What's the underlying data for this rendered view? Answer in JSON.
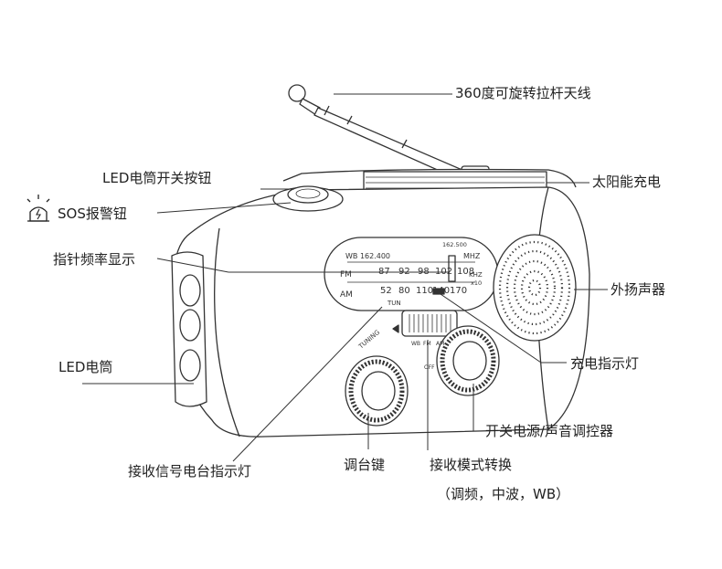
{
  "labels": {
    "antenna": "360度可旋转拉杆天线",
    "led_switch": "LED电筒开关按钮",
    "solar": "太阳能充电",
    "sos": "SOS报警钮",
    "pointer": "指针频率显示",
    "speaker": "外扬声器",
    "led_flashlight": "LED电筒",
    "charge_indicator": "充电指示灯",
    "power_volume": "开关电源/声音调控器",
    "signal_indicator": "接收信号电台指示灯",
    "tuning_key": "调台键",
    "mode_switch": "接收模式转换",
    "mode_options": "（调频，中波，WB）"
  },
  "dial": {
    "wb_scale": "WB 162.400",
    "wb_end": "162.500",
    "mhz": "MHZ",
    "fm": "FM",
    "am": "AM",
    "fm_ticks": [
      "87",
      "92",
      "98",
      "102",
      "108"
    ],
    "am_ticks": [
      "52",
      "80",
      "110",
      "140",
      "170"
    ],
    "khz": "KHZ",
    "x10": "x10",
    "tun": "TUN"
  },
  "body_text": {
    "tuning": "TUNING",
    "wb": "WB",
    "fm": "FM",
    "am": "AM",
    "off": "OFF"
  },
  "colors": {
    "line": "#333333",
    "text": "#222222"
  }
}
